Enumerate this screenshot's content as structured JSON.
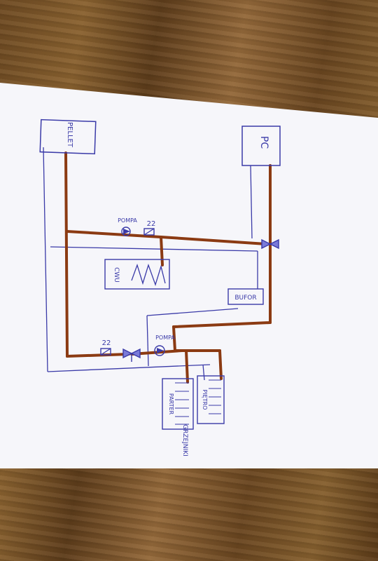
{
  "labels": {
    "pellet": "PELLET",
    "pc": "PC",
    "pump_top": "POMPA",
    "valve_top": "22",
    "cwu": "CWU",
    "bufor": "BUFOR",
    "pump_bottom": "POMPA",
    "valve_bottom": "22",
    "parter": "PARTER",
    "pietro": "PIĘTRO",
    "grzejniki": "GRZEJNIKI"
  },
  "colors": {
    "pen": "#3a3aa8",
    "copper": "#8b3a12",
    "paper": "#f6f6fa"
  }
}
